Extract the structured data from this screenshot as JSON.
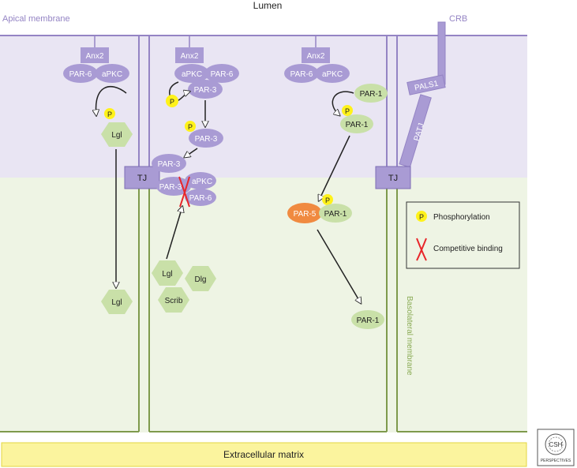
{
  "labels": {
    "lumen": "Lumen",
    "apical_membrane": "Apical membrane",
    "crb": "CRB",
    "basolateral_membrane": "Basolateral membrane",
    "extracellular_matrix": "Extracellular matrix",
    "pals1": "PALS1",
    "patj": "PATJ",
    "tj": "TJ"
  },
  "cell1": {
    "anx2": "Anx2",
    "par6": "PAR-6",
    "apkc": "aPKC",
    "p": "P",
    "lgl_top": "Lgl",
    "lgl_bottom": "Lgl"
  },
  "cell2": {
    "anx2": "Anx2",
    "apkc_top": "aPKC",
    "par6_top": "PAR-6",
    "p1": "P",
    "par3_a": "PAR-3",
    "p2": "P",
    "par3_b": "PAR-3",
    "par3_c": "PAR-3",
    "par3_d": "PAR-3",
    "apkc_mid": "aPKC",
    "par6_mid": "PAR-6",
    "lgl": "Lgl",
    "dlg": "Dlg",
    "scrib": "Scrib",
    "anx2_b": "Anx2",
    "par6_b": "PAR-6",
    "apkc_b": "aPKC",
    "par1_a": "PAR-1",
    "p3": "P",
    "par1_b": "PAR-1",
    "p4": "P",
    "par5": "PAR-5",
    "par1_c": "PAR-1",
    "par1_d": "PAR-1"
  },
  "legend": {
    "p": "P",
    "phosphorylation": "Phosphorylation",
    "competitive_binding": "Competitive binding"
  },
  "logo": "CSH PERSPECTIVES",
  "colors": {
    "apical_bg": "#e9e5f3",
    "basolateral_bg": "#eef4e4",
    "membrane_purple": "#9484c4",
    "membrane_green": "#7e9a4c",
    "protein_purple": "#a99bd4",
    "protein_green": "#c9e0a8",
    "phospho_yellow": "#fff21a",
    "par5_orange": "#f08a40",
    "ecm_yellow": "#fbf49e",
    "inhibit_red": "#e8262a"
  }
}
